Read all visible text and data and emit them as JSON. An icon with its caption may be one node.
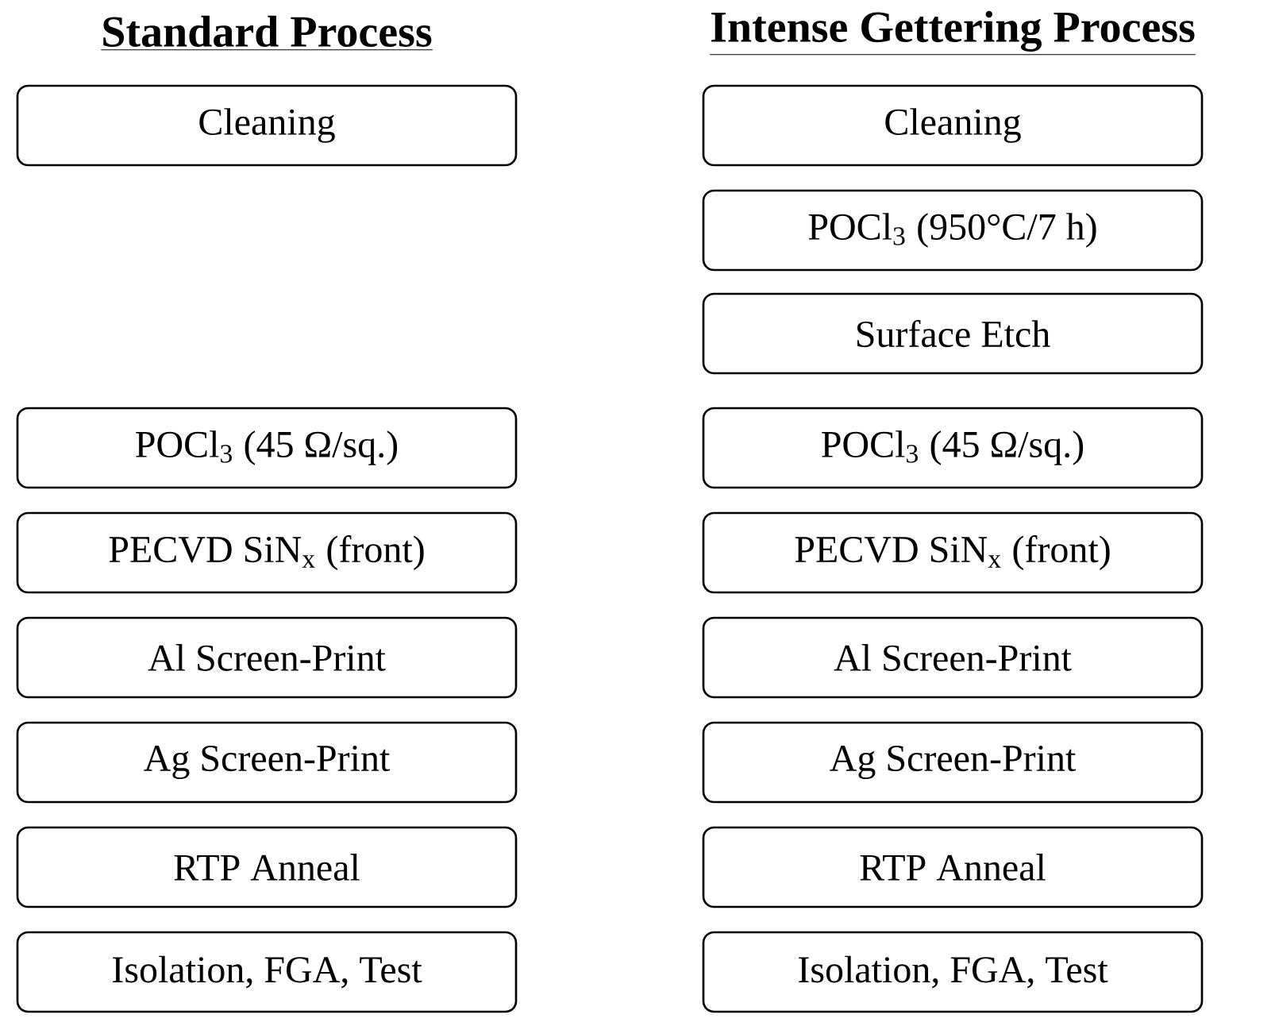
{
  "diagram": {
    "nodes": [
      {
        "text": [
          "Cleaning"
        ]
      },
      {
        "text": [
          "Cleaning"
        ]
      },
      {
        "text": [
          "POCl$_{3}$ (950°C/7 h)"
        ]
      },
      {
        "text": [
          "Surface Etch"
        ]
      },
      {
        "text": [
          "POCl$_{3}$ (45 Ω/sq.)"
        ]
      },
      {
        "text": [
          "POCl$_{3}$ (45 Ω/sq.)"
        ]
      },
      {
        "text": [
          "PECVD SiN$_{x}$ (front)"
        ]
      },
      {
        "text": [
          "PECVD SiN$_{x}$ (front)"
        ]
      },
      {
        "text": [
          "Al Screen-Print"
        ]
      },
      {
        "text": [
          "Al Screen-Print"
        ]
      },
      {
        "text": [
          "Ag Screen-Print"
        ]
      },
      {
        "text": [
          "Ag Screen-Print"
        ]
      },
      {
        "text": [
          "RTP Anneal"
        ]
      },
      {
        "text": [
          "RTP Anneal"
        ]
      },
      {
        "text": [
          "Isolation, FGA, Test"
        ]
      },
      {
        "text": [
          "Isolation, FGA, Test"
        ]
      }
    ],
    "labels": [
      "Standard Process",
      "Intense Gettering Process"
    ]
  }
}
